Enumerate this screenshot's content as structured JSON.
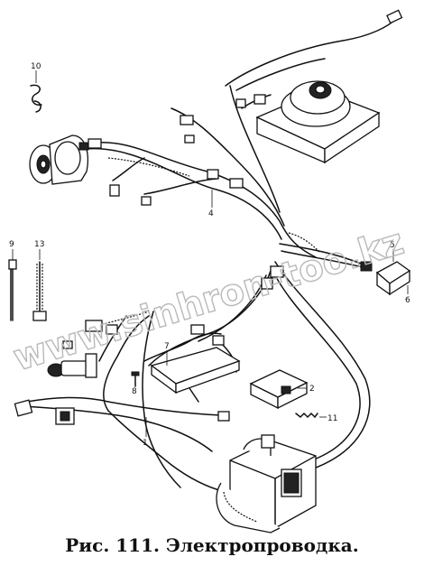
{
  "watermark": "www.sinhron-too.kz",
  "caption": "Рис. 111. Электропроводка.",
  "callouts": {
    "c1": "1",
    "c2": "2",
    "c4": "4",
    "c5": "5",
    "c6": "6",
    "c7": "7",
    "c8": "8",
    "c9": "9",
    "c10": "10",
    "c11": "11",
    "c13": "13"
  }
}
